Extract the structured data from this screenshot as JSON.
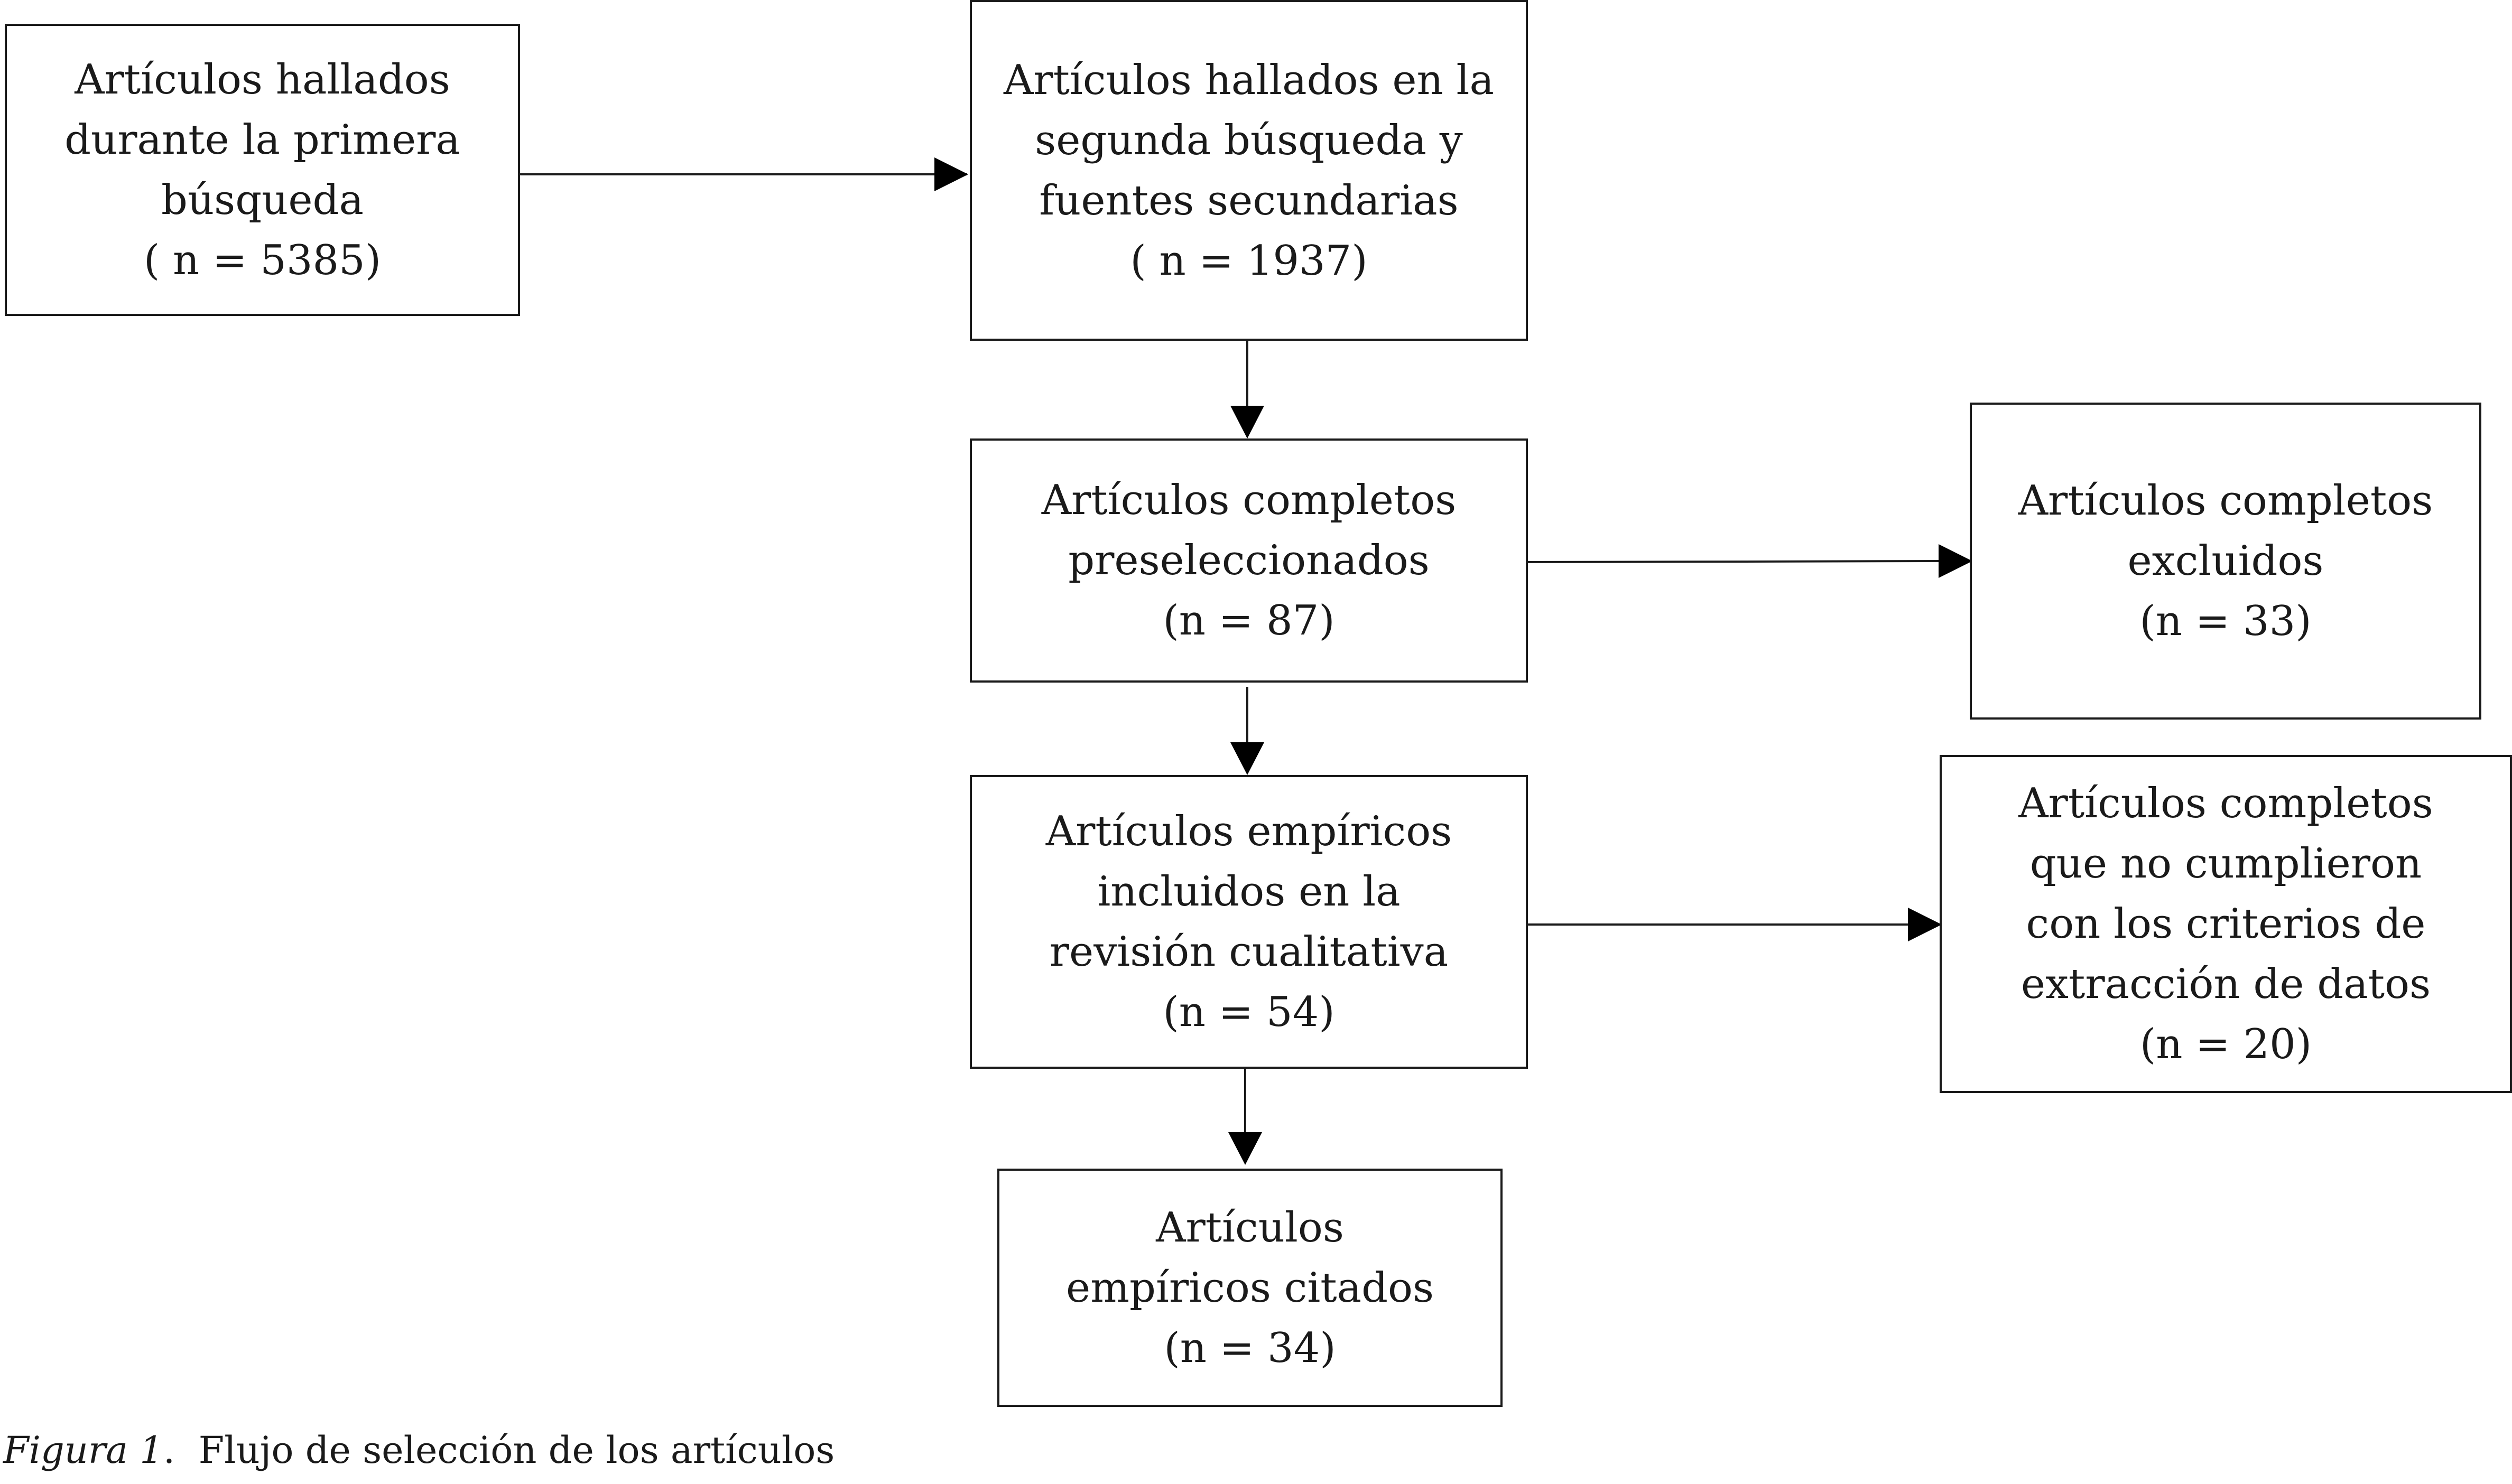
{
  "diagram": {
    "nodes": {
      "first_search": "Artículos hallados\ndurante la primera\nbúsqueda\n( n = 5385)",
      "second_search": "Artículos hallados en la\nsegunda búsqueda y\nfuentes secundarias\n( n = 1937)",
      "preselected": "Artículos completos\npreseleccionados\n(n = 87)",
      "excluded": "Artículos completos\nexcluidos\n(n = 33)",
      "qualitative_review": "Artículos empíricos\nincluidos en la\nrevisión cualitativa\n(n = 54)",
      "not_meeting_criteria": "Artículos completos\nque no cumplieron\ncon los criterios de\nextracción de datos\n(n = 20)",
      "cited": "Artículos\nempíricos citados\n(n = 34)"
    }
  },
  "caption": {
    "label": "Figura 1",
    "text": "Flujo de selección de los artículos"
  }
}
